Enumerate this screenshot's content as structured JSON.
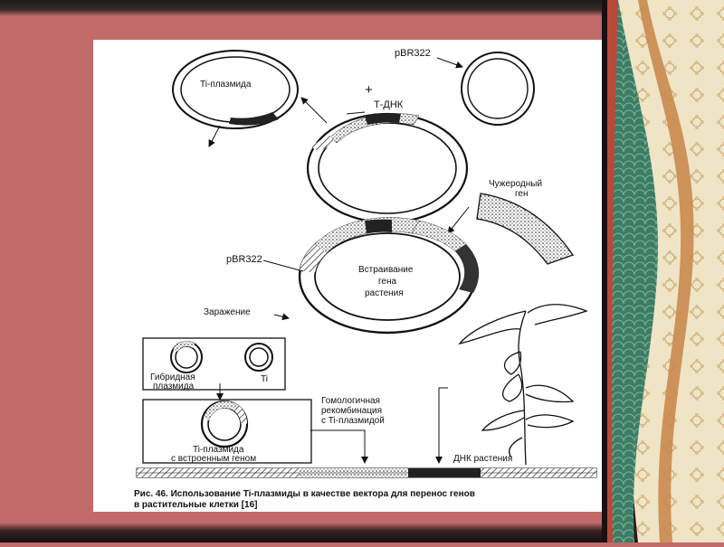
{
  "labels": {
    "ti_plasmid": "Ti-плазмида",
    "pbr322_top": "pBR322",
    "plus": "+",
    "t_dna": "Т-ДНК",
    "foreign_gene_1": "Чужеродный",
    "foreign_gene_2": "ген",
    "pbr322_mid": "pBR322",
    "inserted_1": "Встраивание",
    "inserted_2": "гена",
    "inserted_3": "растения",
    "infection": "Заражение",
    "hybrid_1": "Гибридная",
    "hybrid_2": "плазмида",
    "ti_small": "Ti",
    "homologous_1": "Гомологичная",
    "homologous_2": "рекомбинация",
    "homologous_3": "с Ti-плазмидой",
    "ti_with_gene_1": "Ti-плазмида",
    "ti_with_gene_2": "с встроенным геном",
    "plant_dna": "ДНК растения"
  },
  "caption": {
    "line1": "Рис. 46. Использование Ti-плазмиды в качестве вектора для перенос генов",
    "line2": "в растительные клетки [16]"
  },
  "colors": {
    "background": "#c06a6a",
    "slide": "#ffffff",
    "ink": "#111111",
    "deco_dark": "#2d6b57",
    "deco_gold": "#c9a46a",
    "deco_cream": "#efe4c6"
  }
}
